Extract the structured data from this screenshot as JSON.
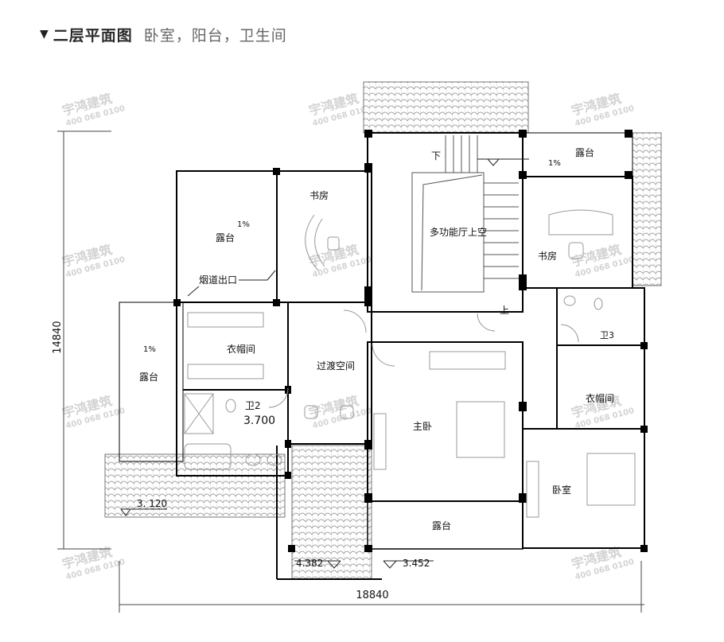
{
  "header": {
    "title": "二层平面图",
    "subtitle": "卧室，阳台，卫生间",
    "marker_icon": "triangle-down-icon"
  },
  "rooms": {
    "terrace_nw": {
      "label": "露台",
      "slope": "1%"
    },
    "study_w": {
      "label": "书房"
    },
    "flue_outlet": {
      "label": "烟道出口"
    },
    "void": {
      "label": "多功能厅上空"
    },
    "stair_down": {
      "label": "下"
    },
    "stair_up": {
      "label": "上"
    },
    "terrace_ne": {
      "label": "露台",
      "slope": "1%"
    },
    "study_e": {
      "label": "书房"
    },
    "bath3": {
      "label": "卫3"
    },
    "closet_e": {
      "label": "衣帽间"
    },
    "bedroom": {
      "label": "卧室"
    },
    "terrace_w": {
      "label": "露台",
      "slope": "1%"
    },
    "closet_w": {
      "label": "衣帽间"
    },
    "transition": {
      "label": "过渡空间"
    },
    "bath2": {
      "label": "卫2",
      "elevation": "3.700"
    },
    "master": {
      "label": "主卧"
    },
    "terrace_s": {
      "label": "露台"
    }
  },
  "elevations": {
    "roof_left": "3. 120",
    "entry_left": "4.382",
    "entry_right": "3.452"
  },
  "dimensions": {
    "total_width": "18840",
    "total_depth": "14840"
  },
  "watermark": {
    "brand": "宇鸿建筑",
    "phone": "400 068 0100"
  },
  "colors": {
    "wall": "#000000",
    "line": "#333333",
    "furniture": "#999999",
    "watermark": "#cfcfcf"
  }
}
